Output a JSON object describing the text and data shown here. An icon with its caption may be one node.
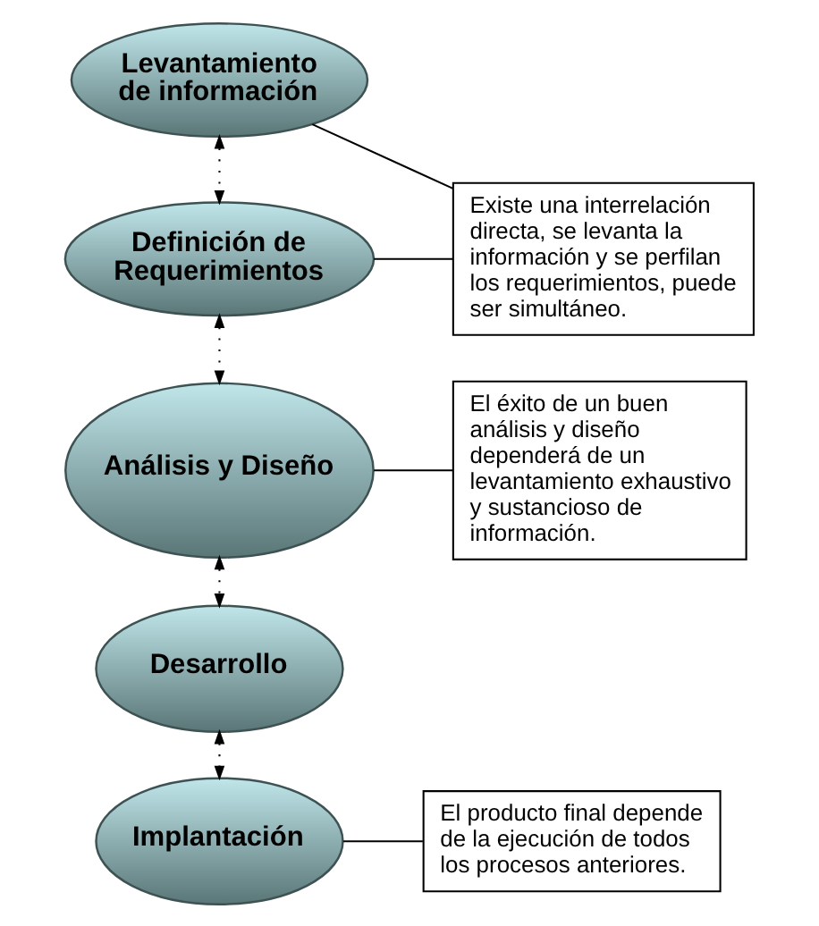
{
  "diagram": {
    "nodes": [
      {
        "text": [
          "Levantamiento de información"
        ]
      },
      {
        "text": [
          "Existe una interrelación directa, se levanta la información y se perfilan los requerimientos, puede ser simultáneo."
        ]
      },
      {
        "text": [
          "Definición de Requerimientos"
        ]
      },
      {
        "text": [
          "Análisis y Diseño"
        ]
      },
      {
        "text": [
          "El éxito de un buen análisis y diseño dependerá de un levantamiento exhaustivo y sustancioso de información."
        ]
      },
      {
        "text": [
          "Desarrollo"
        ]
      },
      {
        "text": [
          "Implantación"
        ]
      },
      {
        "text": [
          "El producto final depende de la ejecución de todos los procesos anteriores."
        ]
      }
    ],
    "edges": [
      {
        "from": 0,
        "to": 2,
        "arrow": "both",
        "style": "dashed"
      },
      {
        "from": 2,
        "to": 3,
        "arrow": "both",
        "style": "dashed"
      },
      {
        "from": 3,
        "to": 5,
        "arrow": "both",
        "style": "dashed"
      },
      {
        "from": 5,
        "to": 6,
        "arrow": "both",
        "style": "dashed"
      },
      {
        "from": 0,
        "to": 1,
        "arrow": "none"
      },
      {
        "from": 2,
        "to": 1,
        "arrow": "none"
      },
      {
        "from": 3,
        "to": 4,
        "arrow": "none"
      },
      {
        "from": 6,
        "to": 7,
        "arrow": "none"
      }
    ]
  }
}
